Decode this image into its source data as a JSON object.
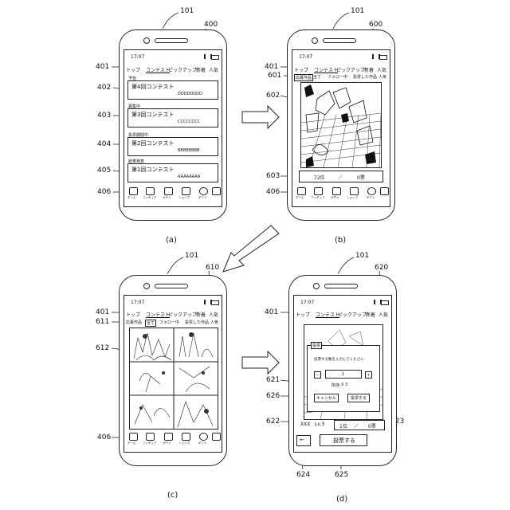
{
  "refs": {
    "r101": "101",
    "r400": "400",
    "r401": "401",
    "r402": "402",
    "r403": "403",
    "r404": "404",
    "r405": "405",
    "r406": "406",
    "r600": "600",
    "r601": "601",
    "r602": "602",
    "r603": "603",
    "r610": "610",
    "r611": "611",
    "r612": "612",
    "r620": "620",
    "r621": "621",
    "r622": "622",
    "r623": "623",
    "r624": "624",
    "r625": "625",
    "r626": "626"
  },
  "captions": {
    "a": "(a)",
    "b": "(b)",
    "c": "(c)",
    "d": "(d)"
  },
  "status": {
    "time": "17:07"
  },
  "tabs": {
    "top": "トップ",
    "contest": "コンテスト",
    "pickup": "ピックアップ",
    "new": "新着",
    "popular": "人気"
  },
  "subtabs": {
    "entries": "応募作品",
    "all": "全て",
    "following": "フォロー中",
    "posted": "投票した作品",
    "popular": "人気"
  },
  "screen_a": {
    "cards": [
      {
        "status": "予告",
        "title": "第4回コンテスト",
        "code": "DDDDDDDD"
      },
      {
        "status": "募集中",
        "title": "第3回コンテスト",
        "code": "CCCCCCCC"
      },
      {
        "status": "投票期間中",
        "title": "第2回コンテスト",
        "code": "BBBBBBBB"
      },
      {
        "status": "結果発表",
        "title": "第1回コンテスト",
        "code": "AAAAAAAA"
      }
    ]
  },
  "bottom_nav": [
    "ホーム",
    "フィギュア",
    "ガチャ",
    "ショップ",
    "ギフト"
  ],
  "screen_b": {
    "rank": "72位",
    "sep": "／",
    "votes": "0票"
  },
  "screen_d": {
    "dialog_tag": "投票",
    "dialog_text": "投票する数を入力してください",
    "minus": "－",
    "plus": "＋",
    "count": "1",
    "points_label": "所持",
    "points_value": "X 3",
    "cancel": "キャンセル",
    "confirm": "投票する",
    "rank": "1位",
    "sep": "／",
    "votes": "0票",
    "user": "XXX",
    "level": "Lv.3",
    "back": "←",
    "vote_button": "投票する"
  }
}
